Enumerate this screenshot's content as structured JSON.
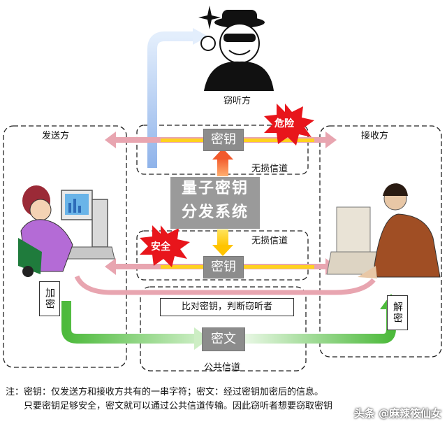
{
  "labels": {
    "eavesdropper": "窃听方",
    "sender": "发送方",
    "receiver": "接收方",
    "danger": "危险",
    "safe": "安全",
    "key_top": "密钥",
    "key_bottom": "密钥",
    "channel_top": "无损信道",
    "channel_mid": "无损信道",
    "center_line1": "量子密钥",
    "center_line2": "分发系统",
    "encrypt": "加密",
    "decrypt": "解密",
    "compare": "比对密钥，判断窃听者",
    "ciphertext": "密文",
    "public_channel": "公共信道"
  },
  "note": {
    "line1": "注：密钥：仅发送方和接收方共有的一串字符；密文：经过密钥加密后的信息。",
    "line2": "只要密钥足够安全，密文就可以通过公共信道传输。因此窃听者想要窃取密钥"
  },
  "watermark": "头条 @麻辣筱仙女",
  "colors": {
    "pink_arrow": "#e8a5b0",
    "yellow_arrow": "#ffd21e",
    "green_arrow": "#58c04a",
    "blue_arrow": "#a9c9f0",
    "red_star": "#e8151b",
    "key_box": "#8c8c8c"
  }
}
